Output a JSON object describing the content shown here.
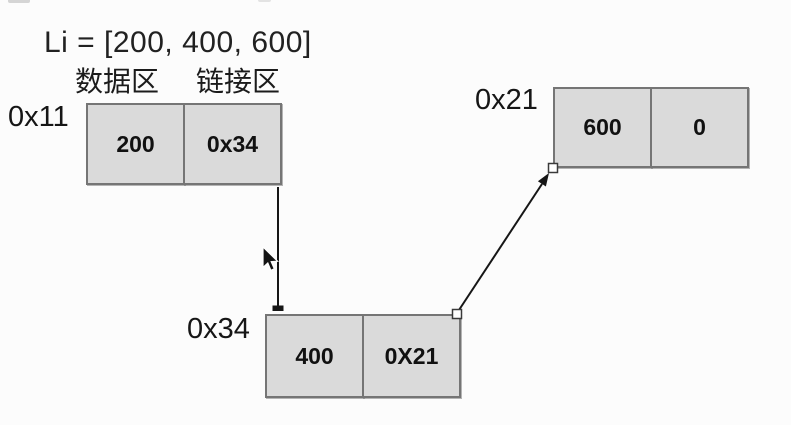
{
  "title": "Li = [200, 400, 600]",
  "column_labels": {
    "data_area": "数据区",
    "link_area": "链接区"
  },
  "nodes": [
    {
      "address": "0x11",
      "data": "200",
      "link": "0x34"
    },
    {
      "address": "0x34",
      "data": "400",
      "link": "0X21"
    },
    {
      "address": "0x21",
      "data": "600",
      "link": "0"
    }
  ],
  "connectors": [
    {
      "from": "node-0x11-link-cell",
      "to": "node-0x34-top",
      "shape": "vertical-line-with-square-end"
    },
    {
      "from": "node-0x34-link-cell",
      "to": "node-0x21-bottom-left",
      "shape": "diagonal-arrow"
    }
  ],
  "icons": {
    "cursor": "mouse-pointer-icon",
    "handles": "connection-handle-square"
  },
  "colors": {
    "background": "#fcfcfc",
    "cell_fill": "#dadada",
    "cell_border": "#757575",
    "text": "#1d1d1d",
    "connector": "#161616",
    "handle_fill": "#ffffff"
  }
}
